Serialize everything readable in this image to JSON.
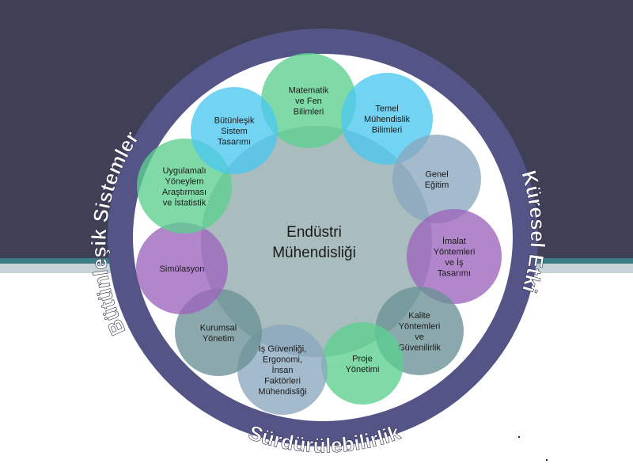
{
  "center": {
    "lines": [
      "Endüstri",
      "Mühendisliği"
    ]
  },
  "ring_labels": {
    "left": "Bütünleşik Sistemler",
    "right": "Küresel Etki",
    "bottom": "Sürdürülebilirlik"
  },
  "nodes": [
    {
      "id": "matematik",
      "lines": [
        "Matematik",
        "ve Fen",
        "Bilimleri"
      ],
      "color": "#5ccf8f"
    },
    {
      "id": "temel",
      "lines": [
        "Temel",
        "Mühendislik",
        "Bilimleri"
      ],
      "color": "#4cc6ee"
    },
    {
      "id": "genel",
      "lines": [
        "Genel",
        "Eğitim"
      ],
      "color": "#8aa7bf"
    },
    {
      "id": "imalat",
      "lines": [
        "İmalat",
        "Yöntemleri",
        "ve İş",
        "Tasarımı"
      ],
      "color": "#9c64bd"
    },
    {
      "id": "kalite",
      "lines": [
        "Kalite",
        "Yöntemleri",
        "ve",
        "Güvenilirlik"
      ],
      "color": "#6a9195"
    },
    {
      "id": "proje",
      "lines": [
        "Proje",
        "Yönetimi"
      ],
      "color": "#5ccf8f"
    },
    {
      "id": "is-guvenligi",
      "lines": [
        "İş Güvenliği,",
        "Ergonomi,",
        "İnsan",
        "Faktörleri",
        "Mühendisliği"
      ],
      "color": "#8aa7bf"
    },
    {
      "id": "kurumsal",
      "lines": [
        "Kurumsal",
        "Yönetim"
      ],
      "color": "#6a9195"
    },
    {
      "id": "simulasyon",
      "lines": [
        "Simülasyon"
      ],
      "color": "#9c64bd"
    },
    {
      "id": "uygulamali",
      "lines": [
        "Uygulamalı",
        "Yöneylem",
        "Araştırması",
        "ve İstatistik"
      ],
      "color": "#5ccf8f"
    },
    {
      "id": "butunlesik",
      "lines": [
        "Bütünleşik",
        "Sistem",
        "Tasarımı"
      ],
      "color": "#4cc6ee"
    }
  ],
  "colors": {
    "ring": "#545487",
    "ring_text": "#ffffff",
    "center_fill": "#a9bdbe",
    "text": "#1a1a1a"
  }
}
